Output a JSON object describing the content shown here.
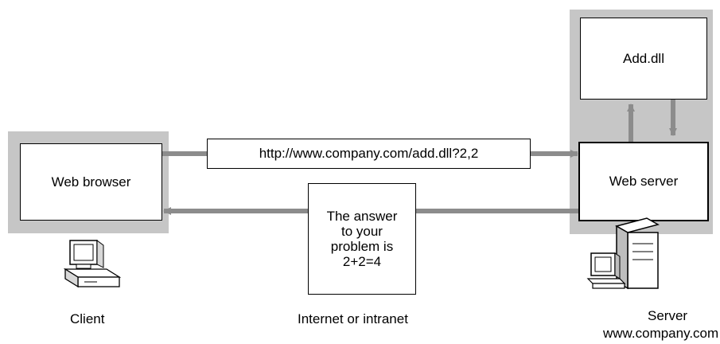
{
  "client": {
    "box_label": "Web browser",
    "caption": "Client"
  },
  "server": {
    "box_label": "Web server",
    "dll_label": "Add.dll",
    "caption": "Server",
    "host": "www.company.com"
  },
  "request": {
    "url": "http://www.company.com/add.dll?2,2"
  },
  "response": {
    "text": "The answer\nto your\nproblem is\n2+2=4"
  },
  "network": {
    "caption": "Internet or intranet"
  },
  "colors": {
    "panel": "#c6c6c6",
    "arrow": "#8c8c8c"
  },
  "icons": [
    "computer-icon",
    "server-icon"
  ]
}
